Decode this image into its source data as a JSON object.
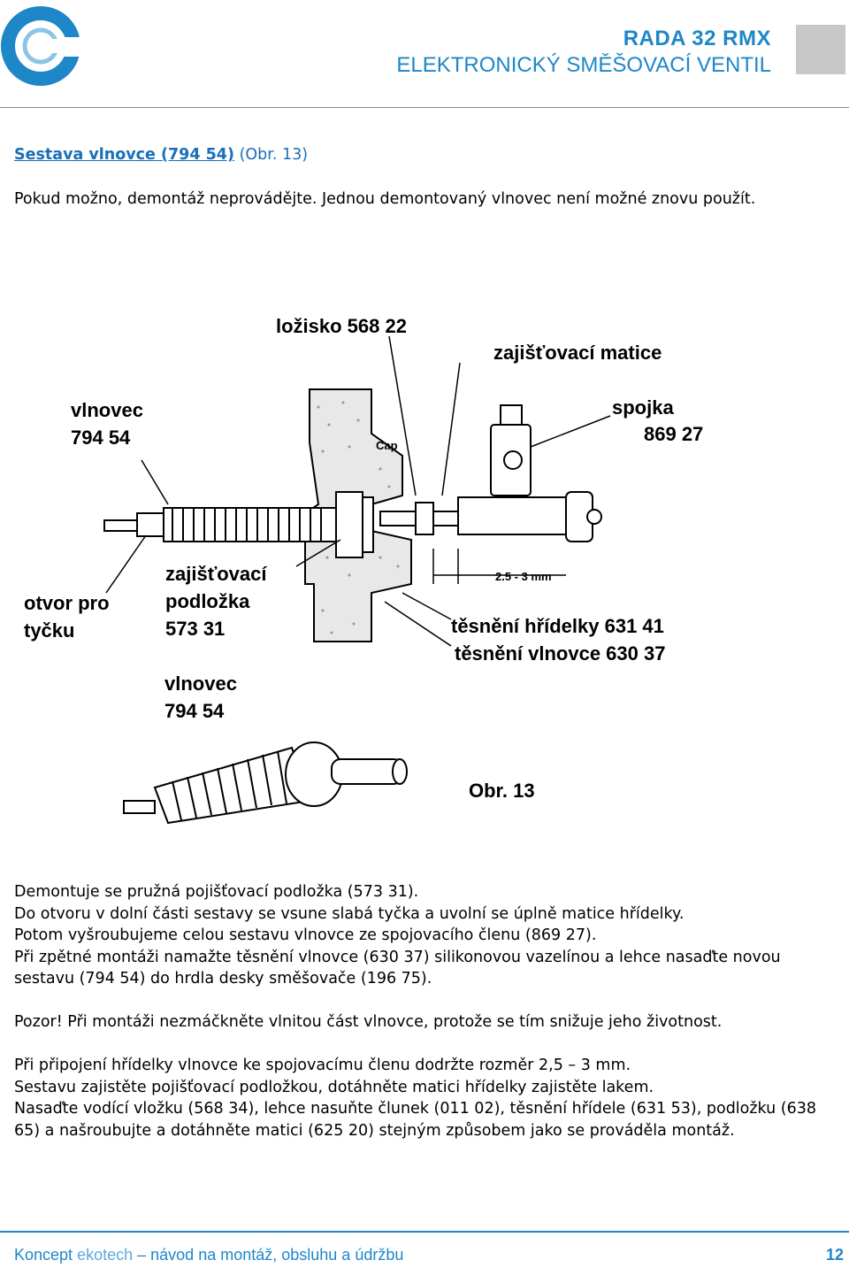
{
  "header": {
    "title_line1": "RADA 32 RMX",
    "title_line2": "ELEKTRONICKÝ SMĚŠOVACÍ VENTIL"
  },
  "section": {
    "title": "Sestava vlnovce (794 54)",
    "figure_ref": "(Obr. 13)",
    "intro": "Pokud možno, demontáž neprovádějte. Jednou demontovaný vlnovec není možné znovu použít."
  },
  "figure": {
    "labels": {
      "lozisko": "ložisko  568 22",
      "zajistovaci_matice": "zajišťovací matice",
      "vlnovec_top_1": "vlnovec",
      "vlnovec_top_2": "794 54",
      "spojka_1": "spojka",
      "spojka_2": "869 27",
      "cap": "Cap",
      "dimension": "2.5 - 3 mm",
      "zaj_podlozka_1": "zajišťovací",
      "zaj_podlozka_2": "podložka",
      "zaj_podlozka_3": "573 31",
      "otvor_1": "otvor pro",
      "otvor_2": "tyčku",
      "tesneni_hridelky": "těsnění hřídelky 631 41",
      "tesneni_vlnovce": "těsnění vlnovce 630 37",
      "vlnovec_bottom_1": "vlnovec",
      "vlnovec_bottom_2": "794 54",
      "caption": "Obr. 13"
    }
  },
  "body": {
    "p1": "Demontuje se pružná pojišťovací podložka (573 31).",
    "p2": "Do otvoru v dolní části sestavy se vsune slabá tyčka a uvolní se úplně matice hřídelky.",
    "p3": "Potom vyšroubujeme celou sestavu vlnovce ze spojovacího členu (869 27).",
    "p4": "Při zpětné montáži namažte těsnění vlnovce (630 37) silikonovou vazelínou a lehce nasaďte novou sestavu (794 54) do hrdla desky směšovače (196 75).",
    "p5": "Pozor! Při montáži nezmáčkněte vlnitou část vlnovce, protože se tím snižuje jeho životnost.",
    "p6": "Při připojení hřídelky vlnovce ke spojovacímu členu dodržte rozměr 2,5 – 3 mm.",
    "p7": "Sestavu zajistěte pojišťovací podložkou, dotáhněte matici hřídelky zajistěte lakem.",
    "p8": "Nasaďte vodící vložku (568 34), lehce nasuňte člunek (011 02), těsnění hřídele (631 53), podložku (638 65) a našroubujte a dotáhněte matici (625 20) stejným způsobem jako se prováděla montáž."
  },
  "footer": {
    "prefix": "Koncept",
    "brand": "ekotech",
    "suffix": "– návod na montáž, obsluhu a údržbu",
    "page": "12"
  },
  "colors": {
    "accent": "#1e87c8",
    "brand_light": "#5aa8dc",
    "box_gray": "#c7c7c7"
  }
}
